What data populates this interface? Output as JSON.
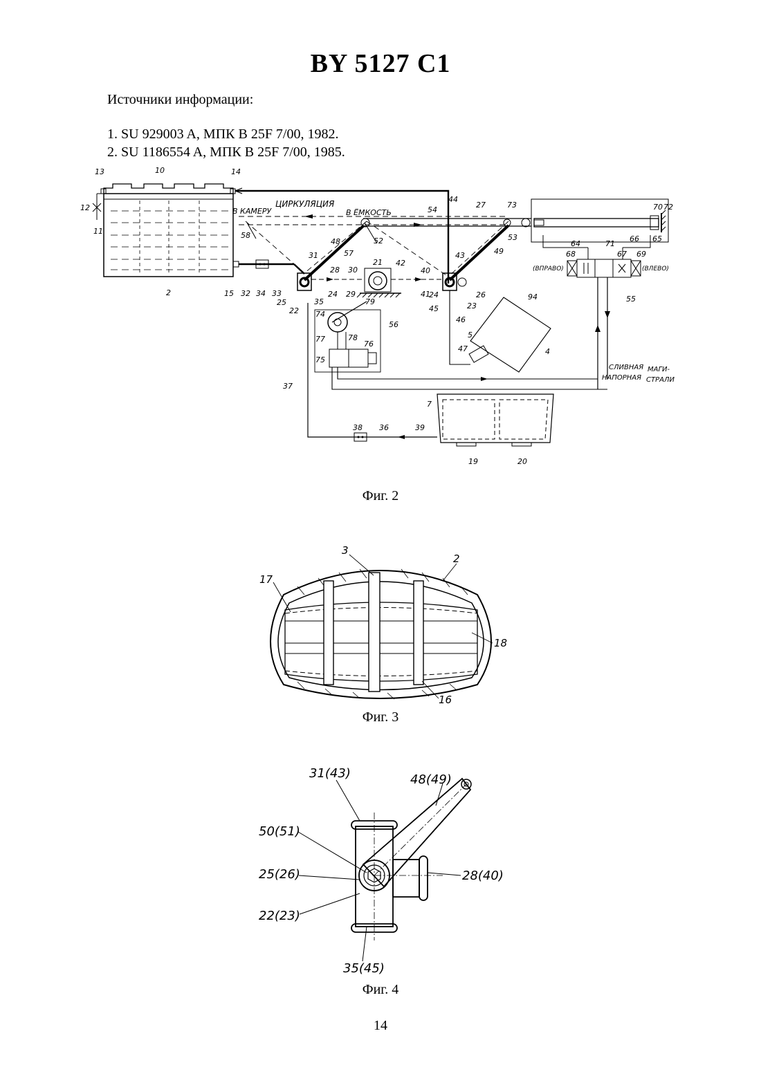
{
  "header": {
    "doc_number": "BY 5127 C1"
  },
  "sources": {
    "title": "Источники информации:",
    "items": [
      "1. SU 929003 A, МПК B 25F 7/00, 1982.",
      "2. SU 1186554 A, МПК B 25F 7/00, 1985."
    ]
  },
  "figures": [
    {
      "caption": "Фиг. 2",
      "labels": {
        "l13": "13",
        "l10": "10",
        "l14": "14",
        "l12": "12",
        "l11": "11",
        "l2": "2",
        "l44": "44",
        "l27": "27",
        "l73": "73",
        "l54": "54",
        "l70": "70",
        "l72": "72",
        "circulation": "ЦИРКУЛЯЦИЯ",
        "to_chamber": "В КАМЕРУ",
        "to_tank": "В ЁМКОСТЬ",
        "l48": "48",
        "l57": "57",
        "l52": "52",
        "l53": "53",
        "l49": "49",
        "l58": "58",
        "l31": "31",
        "l28": "28",
        "l30": "30",
        "l21": "21",
        "l42": "42",
        "l40": "40",
        "l43": "43",
        "l64": "64",
        "l71": "71",
        "l66": "66",
        "l65": "65",
        "l68": "68",
        "l67": "67",
        "l69": "69",
        "right": "(ВПРАВО)",
        "left": "(ВЛЕВО)",
        "l55": "55",
        "l15": "15",
        "l32": "32",
        "l34": "34",
        "l33": "33",
        "l25": "25",
        "l22": "22",
        "l35": "35",
        "l24a": "24",
        "l29": "29",
        "l41": "41",
        "l79": "79",
        "l24b": "24",
        "l23": "23",
        "l26": "26",
        "l45": "45",
        "l94": "94",
        "l46": "46",
        "l74": "74",
        "l77": "77",
        "l78": "78",
        "l56": "56",
        "l76": "76",
        "l75": "75",
        "l5": "5",
        "l47": "47",
        "l4": "4",
        "drain": "СЛИВНАЯ",
        "pressure": "НАПОРНАЯ",
        "mains1": "МАГИ-",
        "mains2": "СТРАЛИ",
        "l37": "37",
        "l7": "7",
        "l39": "39",
        "l38": "38",
        "l36": "36",
        "l19": "19",
        "l20": "20"
      }
    },
    {
      "caption": "Фиг. 3",
      "labels": {
        "l3": "3",
        "l2": "2",
        "l17": "17",
        "l18": "18",
        "l16": "16"
      }
    },
    {
      "caption": "Фиг. 4",
      "labels": {
        "l31_43": "31(43)",
        "l48_49": "48(49)",
        "l50_51": "50(51)",
        "l25_26": "25(26)",
        "l28_40": "28(40)",
        "l22_23": "22(23)",
        "l35_45": "35(45)"
      }
    }
  ],
  "page_number": "14"
}
